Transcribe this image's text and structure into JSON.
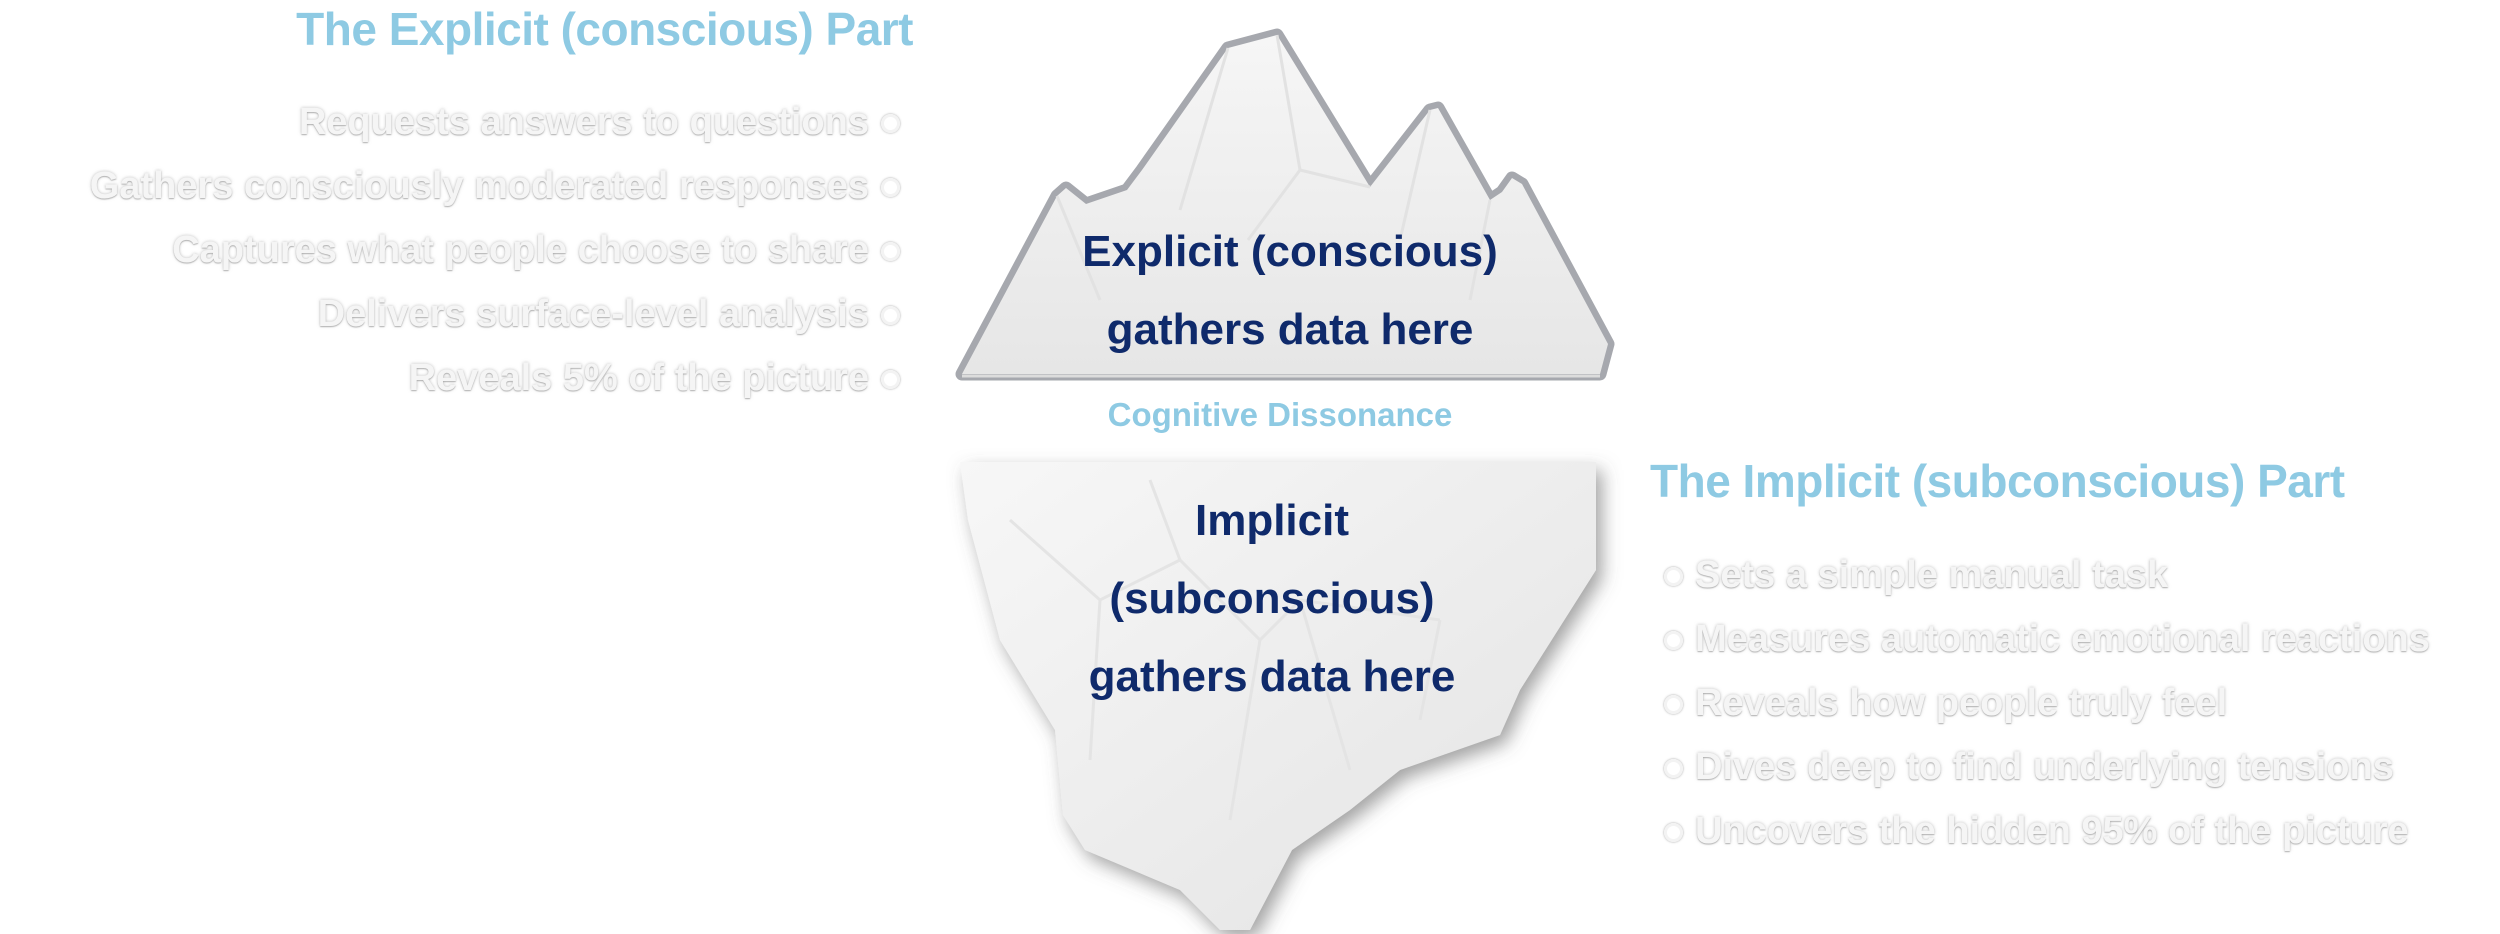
{
  "explicit": {
    "heading": "The Explicit (conscious) Part",
    "items": [
      "Requests answers to questions",
      "Gathers consciously moderated responses",
      "Captures what people choose to share",
      "Delivers surface-level analysis",
      "Reveals 5% of the picture"
    ],
    "iceberg_line1": "Explicit (conscious)",
    "iceberg_line2": "gathers data here"
  },
  "divider_label": "Cognitive Dissonance",
  "implicit": {
    "heading": "The Implicit (subconscious) Part",
    "items": [
      "Sets a simple manual task",
      "Measures automatic emotional reactions",
      "Reveals how people truly feel",
      "Dives deep to find underlying tensions",
      "Uncovers the hidden 95% of the picture"
    ],
    "iceberg_line1": "Implicit",
    "iceberg_line2": "(subconscious)",
    "iceberg_line3": "gathers data here"
  },
  "colors": {
    "heading": "#8ecae3",
    "iceberg_text": "#0f2a6b",
    "ice": "#efefef",
    "ice_outline": "#a6a8ae"
  }
}
